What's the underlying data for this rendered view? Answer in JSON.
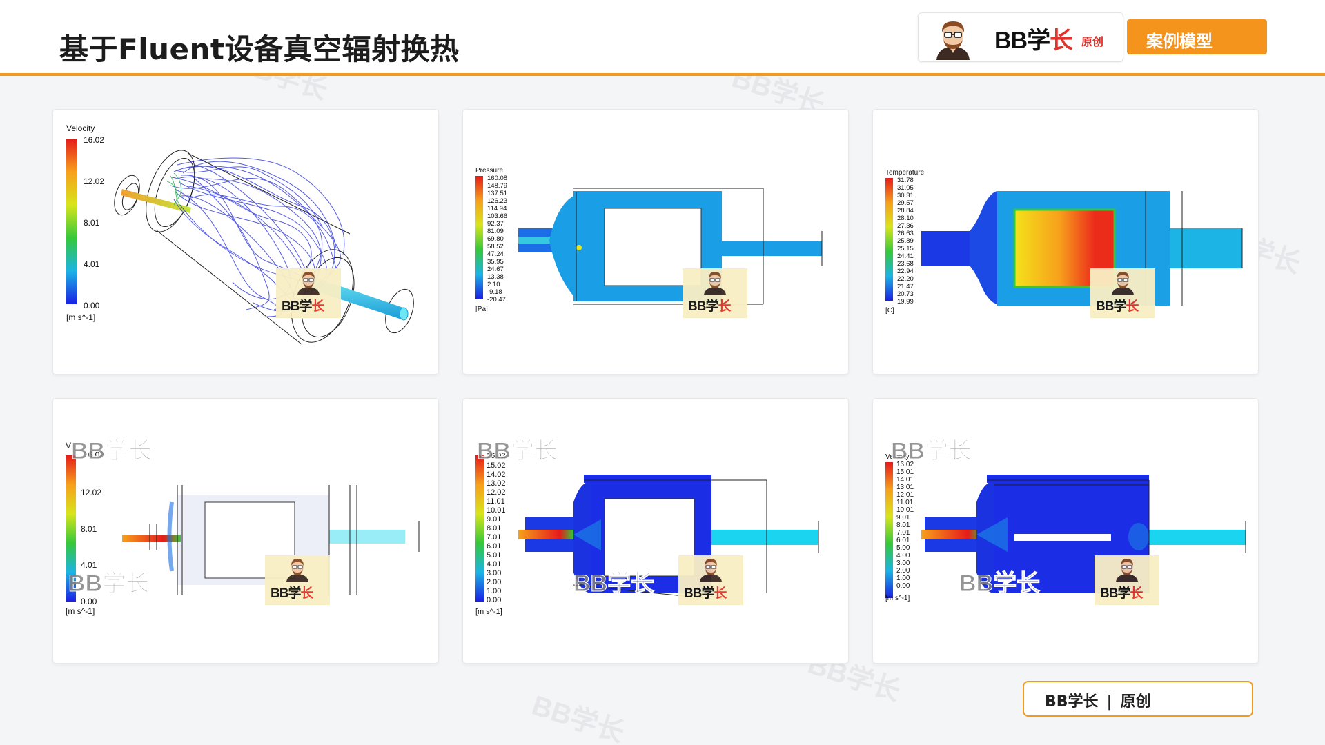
{
  "header": {
    "title": "基于Fluent设备真空辐射换热",
    "brand_main": "BB学",
    "brand_main_red": "长",
    "brand_sub": "原创",
    "tag": "案例模型"
  },
  "colors": {
    "accent": "#f39a1c",
    "tag_bg": "#f5941d",
    "brand_red": "#e3312b"
  },
  "panels": [
    {
      "legend_title": "Velocity",
      "legend_values": [
        "16.02",
        "12.02",
        "8.01",
        "4.01",
        "0.00"
      ],
      "legend_unit": "[m s^-1]",
      "badge_main": "BB学",
      "badge_red": "长"
    },
    {
      "legend_title": "Pressure",
      "legend_values": [
        "160.08",
        "148.79",
        "137.51",
        "126.23",
        "114.94",
        "103.66",
        "92.37",
        "81.09",
        "69.80",
        "58.52",
        "47.24",
        "35.95",
        "24.67",
        "13.38",
        "2.10",
        "-9.18",
        "-20.47"
      ],
      "legend_unit": "[Pa]",
      "badge_main": "BB学",
      "badge_red": "长"
    },
    {
      "legend_title": "Temperature",
      "legend_values": [
        "31.78",
        "31.05",
        "30.31",
        "29.57",
        "28.84",
        "28.10",
        "27.36",
        "26.63",
        "25.89",
        "25.15",
        "24.41",
        "23.68",
        "22.94",
        "22.20",
        "21.47",
        "20.73",
        "19.99"
      ],
      "legend_unit": "[C]",
      "badge_main": "BB学",
      "badge_red": "长"
    },
    {
      "legend_title": "V",
      "legend_top_partial": "16.02",
      "legend_values": [
        "12.02",
        "8.01",
        "4.01",
        "0.00"
      ],
      "legend_unit": "[m s^-1]",
      "overlay_top": "BB学长",
      "overlay_bottom": "BB学长",
      "badge_main": "BB学",
      "badge_red": "长"
    },
    {
      "legend_top_partial": "16.02",
      "legend_values": [
        "15.02",
        "14.02",
        "13.02",
        "12.02",
        "11.01",
        "10.01",
        "9.01",
        "8.01",
        "7.01",
        "6.01",
        "5.01",
        "4.01",
        "3.00",
        "2.00",
        "1.00",
        "0.00"
      ],
      "legend_unit": "[m s^-1]",
      "overlay_top": "BB学长",
      "overlay_bottom": "BB学长",
      "badge_main": "BB学",
      "badge_red": "长"
    },
    {
      "legend_title": "Velocity",
      "legend_values": [
        "16.02",
        "15.01",
        "14.01",
        "13.01",
        "12.01",
        "11.01",
        "10.01",
        "9.01",
        "8.01",
        "7.01",
        "6.01",
        "5.00",
        "4.00",
        "3.00",
        "2.00",
        "1.00",
        "0.00"
      ],
      "legend_unit": "[m s^-1]",
      "overlay_top": "BB学长",
      "overlay_bottom": "BB学长",
      "badge_main": "BB学",
      "badge_red": "长"
    }
  ],
  "watermark": "BB学长",
  "footer": {
    "left": "BB学长",
    "sep": "|",
    "right": "原创"
  }
}
